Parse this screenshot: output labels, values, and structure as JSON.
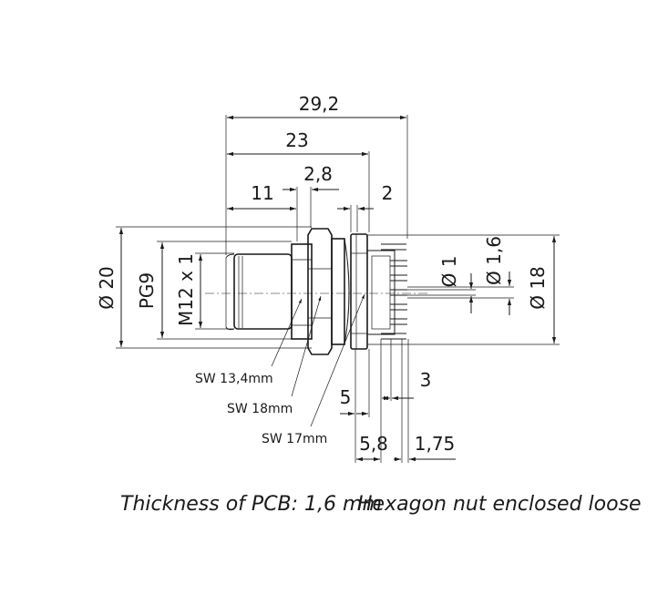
{
  "dimensions": {
    "total_length": "29,2",
    "length_23": "23",
    "length_11": "11",
    "nut_width": "2,8",
    "flange_2": "2",
    "dia_1": "Ø 1",
    "dia_1_6": "Ø 1,6",
    "dia_18": "Ø 18",
    "dia_20": "Ø 20",
    "pg9": "PG9",
    "thread": "M12 x 1",
    "pin_3": "3",
    "pin_5": "5",
    "pcb_5_8": "5,8",
    "pcb_1_75": "1,75"
  },
  "labels": {
    "sw_13_4": "SW 13,4mm",
    "sw_18": "SW 18mm",
    "sw_17": "SW 17mm"
  },
  "notes": {
    "pcb_thickness": "Thickness of PCB: 1,6 mm",
    "hex_nut": "Hexagon nut enclosed loose"
  }
}
